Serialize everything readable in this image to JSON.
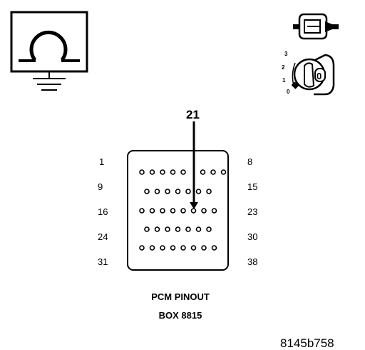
{
  "connector": {
    "pointer_pin": "21",
    "row_labels_left": [
      "1",
      "9",
      "16",
      "24",
      "31"
    ],
    "row_labels_right": [
      "8",
      "15",
      "23",
      "30",
      "38"
    ],
    "rows": [
      {
        "start": 1,
        "end": 8
      },
      {
        "start": 9,
        "end": 15
      },
      {
        "start": 16,
        "end": 23
      },
      {
        "start": 24,
        "end": 30
      },
      {
        "start": 31,
        "end": 38
      }
    ],
    "highlighted_pin": 21
  },
  "caption": {
    "line1": "PCM PINOUT",
    "line2": "BOX 8815"
  },
  "ignition_key": {
    "positions": [
      "3",
      "2",
      "1",
      "0"
    ],
    "key_label": "0"
  },
  "figure_id": "8145b758",
  "icons": {
    "ohmmeter": "ohmmeter-symbol-icon",
    "connector_plug": "connector-plug-icon",
    "ignition_key": "ignition-key-icon"
  }
}
